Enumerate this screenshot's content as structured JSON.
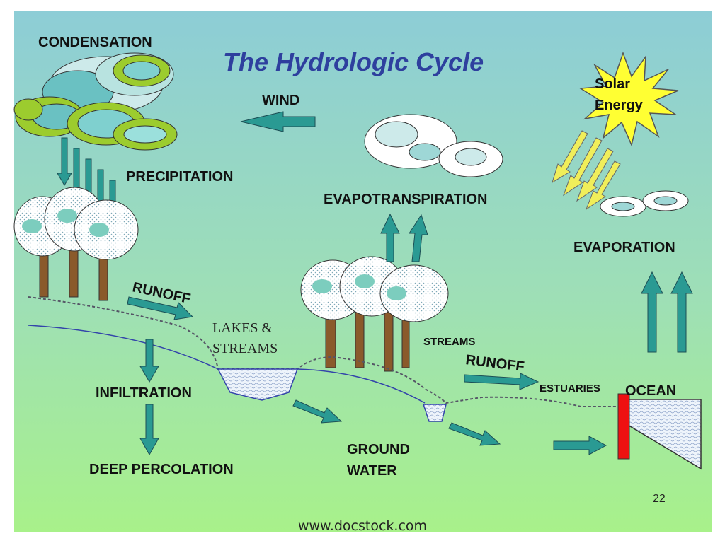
{
  "title": "The Hydrologic Cycle",
  "labels": {
    "condensation": "CONDENSATION",
    "wind": "WIND",
    "precipitation": "PRECIPITATION",
    "evapotranspiration": "EVAPOTRANSPIRATION",
    "evaporation": "EVAPORATION",
    "solar_line1": "Solar",
    "solar_line2": "Energy",
    "runoff_1": "RUNOFF",
    "runoff_2": "RUNOFF",
    "lakes_line1": "LAKES &",
    "lakes_line2": "STREAMS",
    "streams": "STREAMS",
    "estuaries": "ESTUARIES",
    "ocean": "OCEAN",
    "infiltration": "INFILTRATION",
    "deep_percolation": "DEEP PERCOLATION",
    "ground_water_line1": "GROUND",
    "ground_water_line2": "WATER"
  },
  "slide_number": "22",
  "footer": "www.docstock.com",
  "colors": {
    "sky_top": "#8ecfd4",
    "ground_bottom": "#a9f08c",
    "title": "#2e3f9e",
    "arrow": "#1f8a86",
    "sun": "#ffff33",
    "sun_rays": "#e6e64d",
    "tree_trunk": "#8a5a2b",
    "cloud_teal": "#6ac1c2",
    "cloud_green": "#9ccc2e",
    "water": "#e4f0f8",
    "ocean_barrier": "#ee1111"
  }
}
